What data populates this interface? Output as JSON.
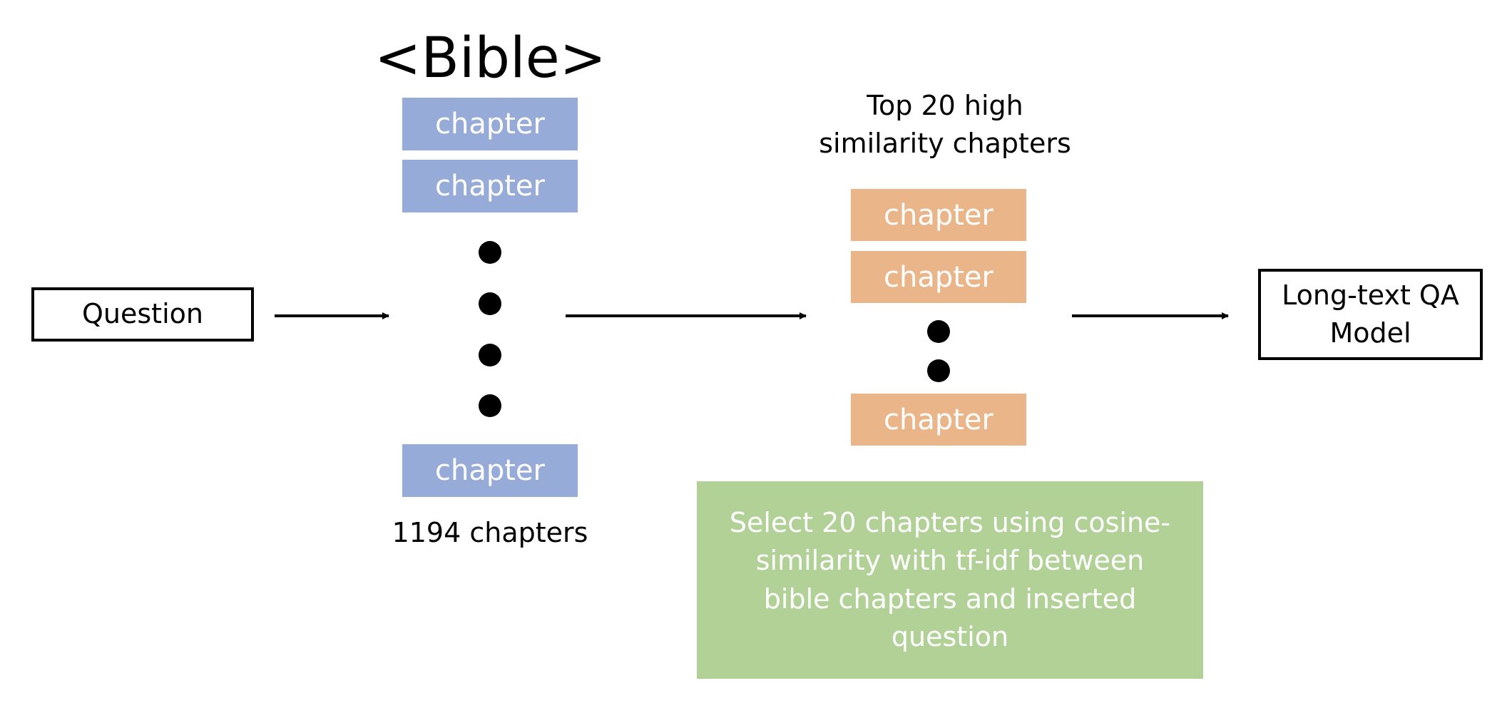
{
  "question": {
    "label": "Question"
  },
  "bible": {
    "title": "<Bible>",
    "chapters": [
      "chapter",
      "chapter",
      "chapter"
    ],
    "count_label": "1194 chapters"
  },
  "top": {
    "title_line1": "Top 20 high",
    "title_line2": "similarity chapters",
    "chapters": [
      "chapter",
      "chapter",
      "chapter"
    ]
  },
  "selection_note": "Select 20 chapters using cosine-similarity with tf-idf between bible chapters and inserted question",
  "model": {
    "label_line1": "Long-text QA",
    "label_line2": "Model"
  },
  "colors": {
    "bible_chapter": "#97abd8",
    "top_chapter": "#eab589",
    "note_box": "#b1d197"
  }
}
